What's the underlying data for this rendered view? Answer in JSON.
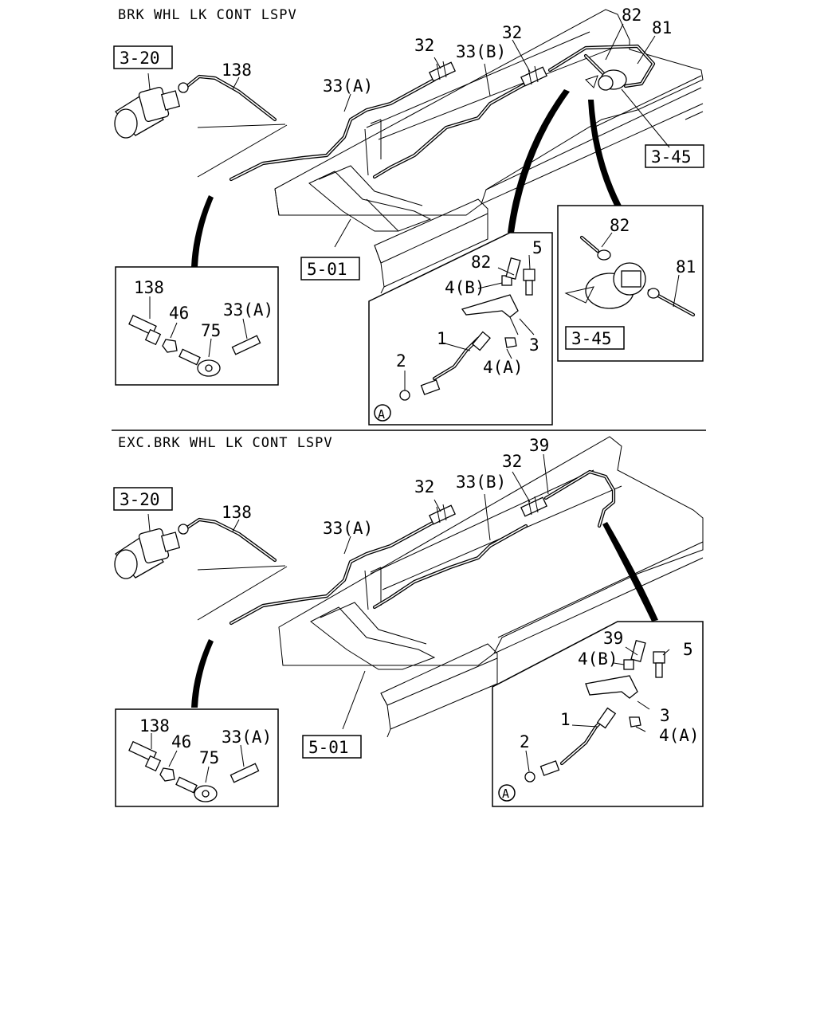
{
  "sections": [
    {
      "title": "BRK WHL LK CONT LSPV",
      "refs": [
        "3-20",
        "5-01",
        "3-45",
        "3-45"
      ],
      "main_callouts": [
        "138",
        "33(A)",
        "32",
        "33(B)",
        "32",
        "82",
        "81"
      ],
      "detail_left": [
        "138",
        "46",
        "75",
        "33(A)"
      ],
      "detail_bracket": [
        "82",
        "5",
        "4(B)",
        "1",
        "3",
        "2",
        "4(A)",
        "A"
      ],
      "detail_valve": [
        "82",
        "81"
      ]
    },
    {
      "title": "EXC.BRK WHL LK CONT LSPV",
      "refs": [
        "3-20",
        "5-01"
      ],
      "main_callouts": [
        "138",
        "33(A)",
        "32",
        "33(B)",
        "32",
        "39"
      ],
      "detail_left": [
        "138",
        "46",
        "75",
        "33(A)"
      ],
      "detail_bracket": [
        "39",
        "5",
        "4(B)",
        "1",
        "3",
        "2",
        "4(A)",
        "A"
      ]
    }
  ]
}
